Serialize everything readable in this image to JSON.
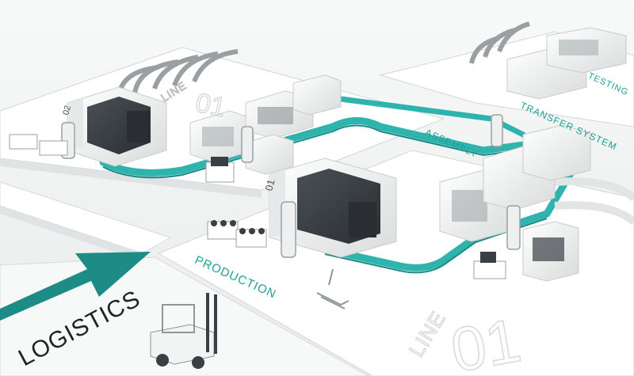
{
  "scene": {
    "labels": {
      "logistics": "LOGISTICS",
      "production": "PRODUCTION",
      "assembly": "ASSEMBLY",
      "transfer_system": "TRANSFER SYSTEM",
      "testing": "TESTING",
      "line_front": "LINE",
      "line_back": "LINE",
      "line_number_front": "01",
      "line_number_back": "01",
      "machine_id_back": "02",
      "machine_id_front": "01"
    },
    "colors": {
      "conveyor_teal": "#2fb3ad",
      "arrow_teal": "#1e8c86",
      "machine_dark": "#3a3f44",
      "machine_light": "#ffffff",
      "platform": "#ffffff",
      "shadow": "#d6dadb",
      "label_teal": "#1f9e97",
      "label_dark": "#222222"
    }
  }
}
